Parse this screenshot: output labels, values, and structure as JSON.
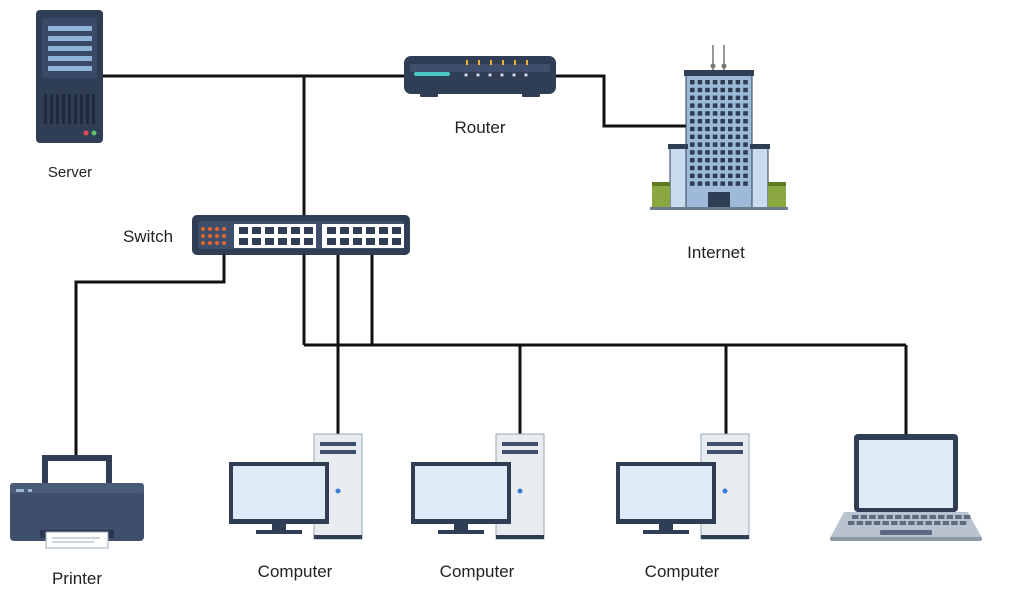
{
  "labels": {
    "server": "Server",
    "router": "Router",
    "internet": "Internet",
    "switch": "Switch",
    "printer": "Printer",
    "computer_1": "Computer",
    "computer_2": "Computer",
    "computer_3": "Computer"
  },
  "colors": {
    "wire": "#111111",
    "device_dark": "#2f3d55",
    "device_mid": "#3f4f6b",
    "screen": "#dcebf6",
    "tower": "#e8ecf0",
    "switch_port_accent": "#e2672b",
    "router_led": "#f2b233",
    "building": "#8fb3d6",
    "building_grass": "#7c9a2f"
  },
  "icons": [
    "server-icon",
    "router-icon",
    "internet-building-icon",
    "switch-icon",
    "printer-icon",
    "desktop-computer-icon",
    "laptop-icon"
  ]
}
